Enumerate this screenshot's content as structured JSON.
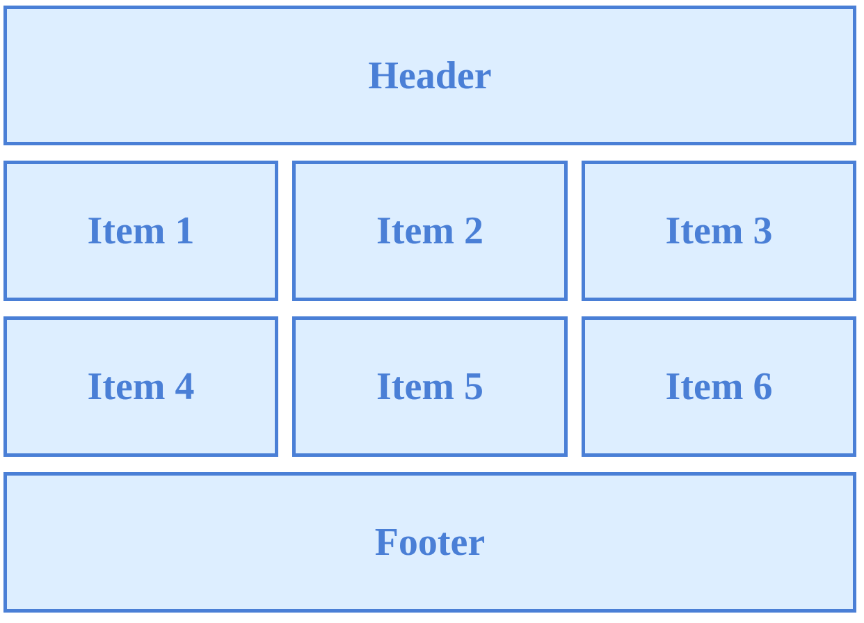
{
  "colors": {
    "box_fill": "#ddeeff",
    "box_border": "#4a7fd6",
    "text": "#4a7fd6"
  },
  "header": {
    "label": "Header"
  },
  "grid": {
    "items": [
      {
        "label": "Item 1"
      },
      {
        "label": "Item 2"
      },
      {
        "label": "Item 3"
      },
      {
        "label": "Item 4"
      },
      {
        "label": "Item 5"
      },
      {
        "label": "Item 6"
      }
    ]
  },
  "footer": {
    "label": "Footer"
  }
}
